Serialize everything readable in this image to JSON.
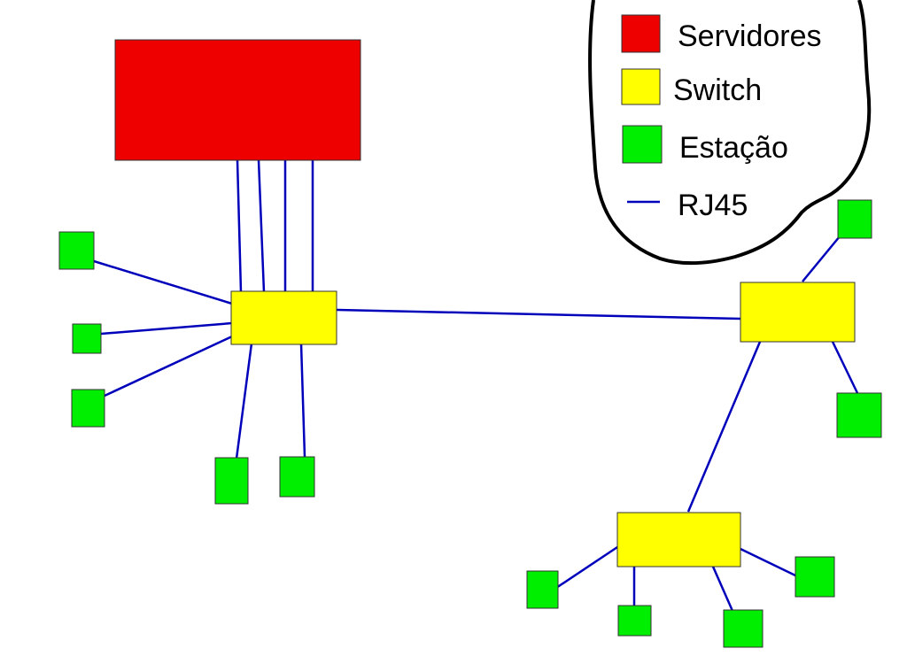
{
  "legend": {
    "servers_label": "Servidores",
    "switch_label": "Switch",
    "station_label": "Estação",
    "cable_label": "RJ45"
  },
  "colors": {
    "server": "#ee0000",
    "switch": "#ffff00",
    "station": "#00ee00",
    "cable": "#0000bb",
    "outline": "#333333",
    "legend_border": "#000000"
  }
}
